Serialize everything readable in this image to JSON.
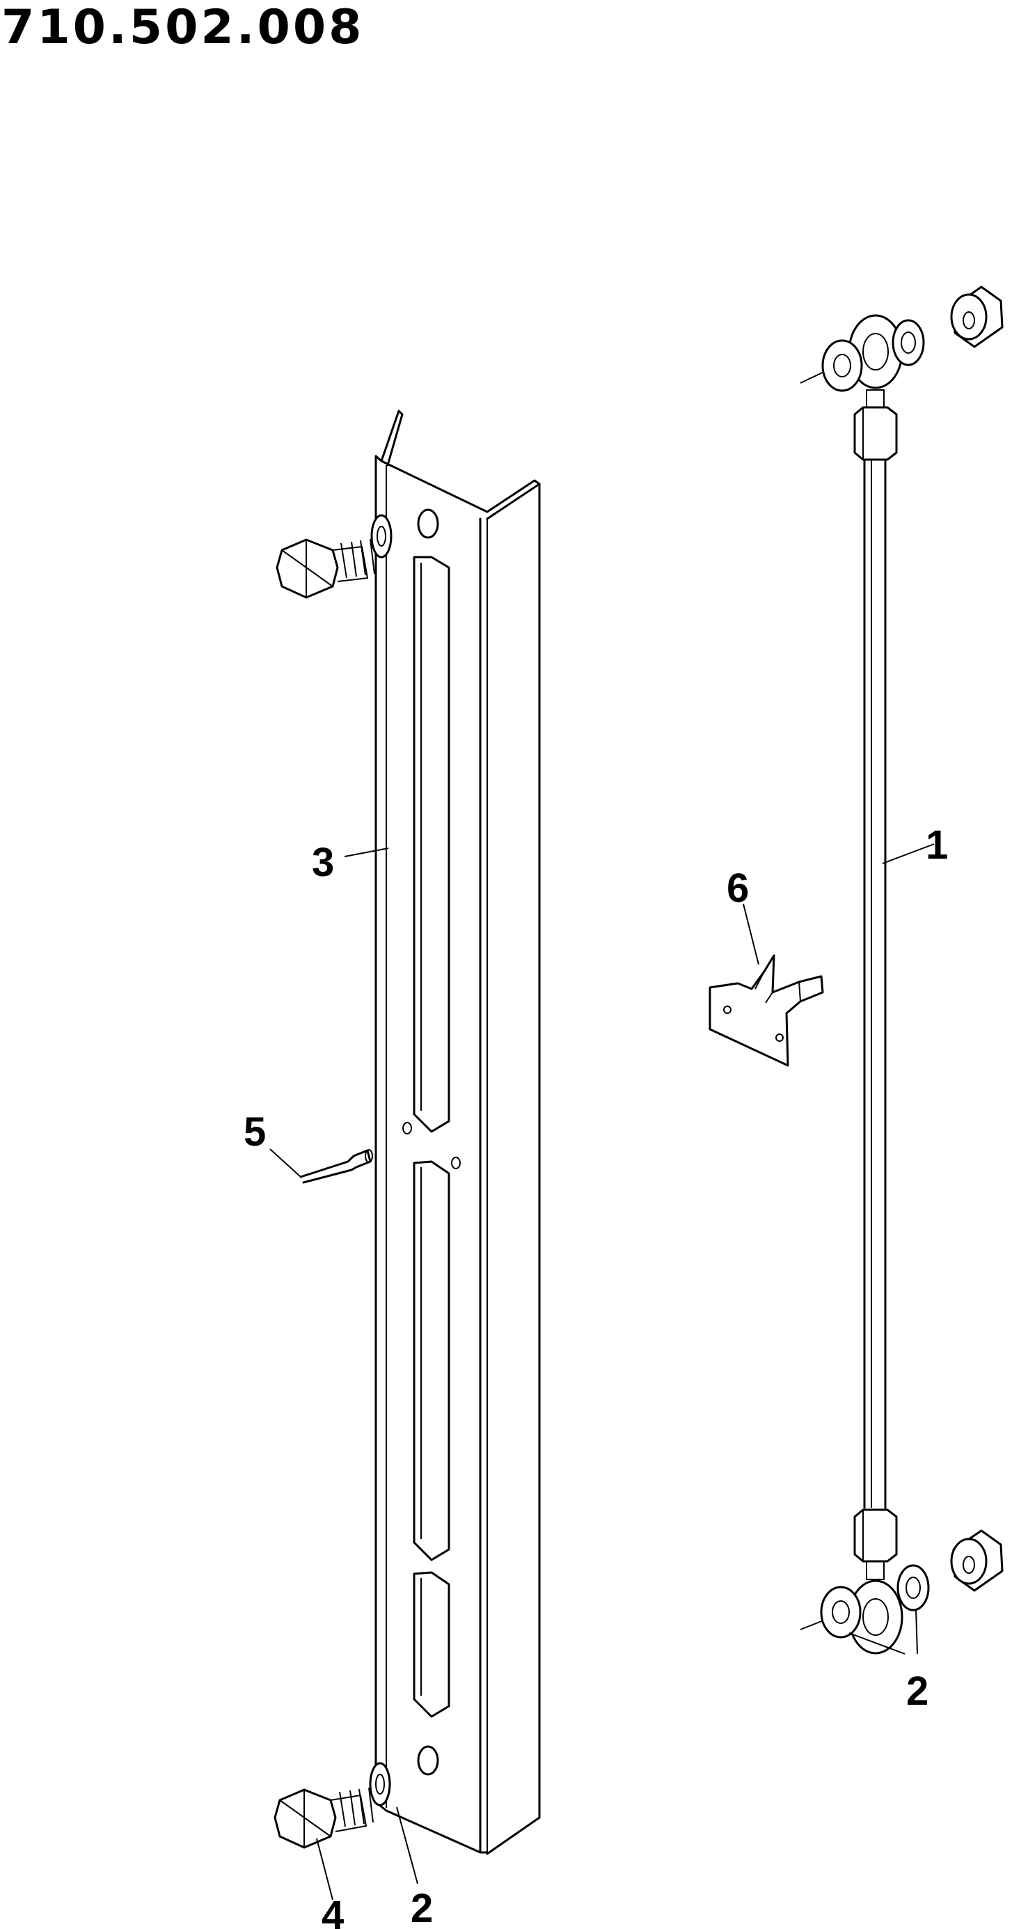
{
  "drawing": {
    "number": "710.502.008",
    "callouts": [
      "1",
      "2",
      "3",
      "4",
      "5",
      "6"
    ]
  }
}
